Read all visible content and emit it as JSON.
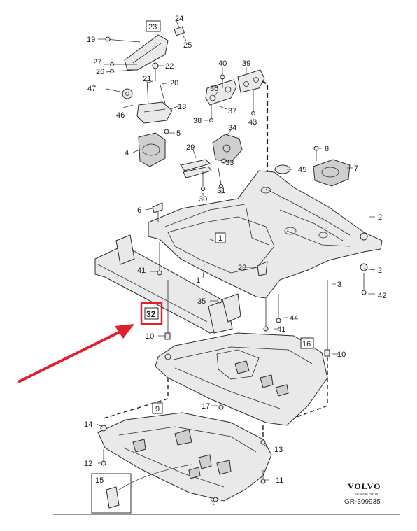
{
  "callouts": {
    "c1a": "1",
    "c1b": "1",
    "c2a": "2",
    "c2b": "2",
    "c3": "3",
    "c4": "4",
    "c5": "5",
    "c6": "6",
    "c7": "7",
    "c8": "8",
    "c9": "9",
    "c10a": "10",
    "c10b": "10",
    "c11": "11",
    "c12": "12",
    "c13": "13",
    "c14": "14",
    "c15": "15",
    "c16": "16",
    "c17": "17",
    "c18": "18",
    "c19": "19",
    "c20": "20",
    "c21": "21",
    "c22": "22",
    "c23": "23",
    "c24": "24",
    "c25": "25",
    "c26": "26",
    "c27": "27",
    "c28": "28",
    "c29": "29",
    "c30": "30",
    "c31": "31",
    "c32": "32",
    "c33": "33",
    "c34": "34",
    "c35": "35",
    "c36": "36",
    "c37": "37",
    "c38": "38",
    "c39": "39",
    "c40": "40",
    "c41a": "41",
    "c41b": "41",
    "c42": "42",
    "c43": "43",
    "c44": "44",
    "c45": "45",
    "c46": "46",
    "c47": "47"
  },
  "highlight": {
    "label": "32",
    "color": "#e0202a"
  },
  "footer": {
    "brand": "VOLVO",
    "brand_sub": "GENUINE PARTS",
    "reference": "GR-399935"
  },
  "colors": {
    "arrow": "#e0202a",
    "line": "#2b2b2b"
  }
}
